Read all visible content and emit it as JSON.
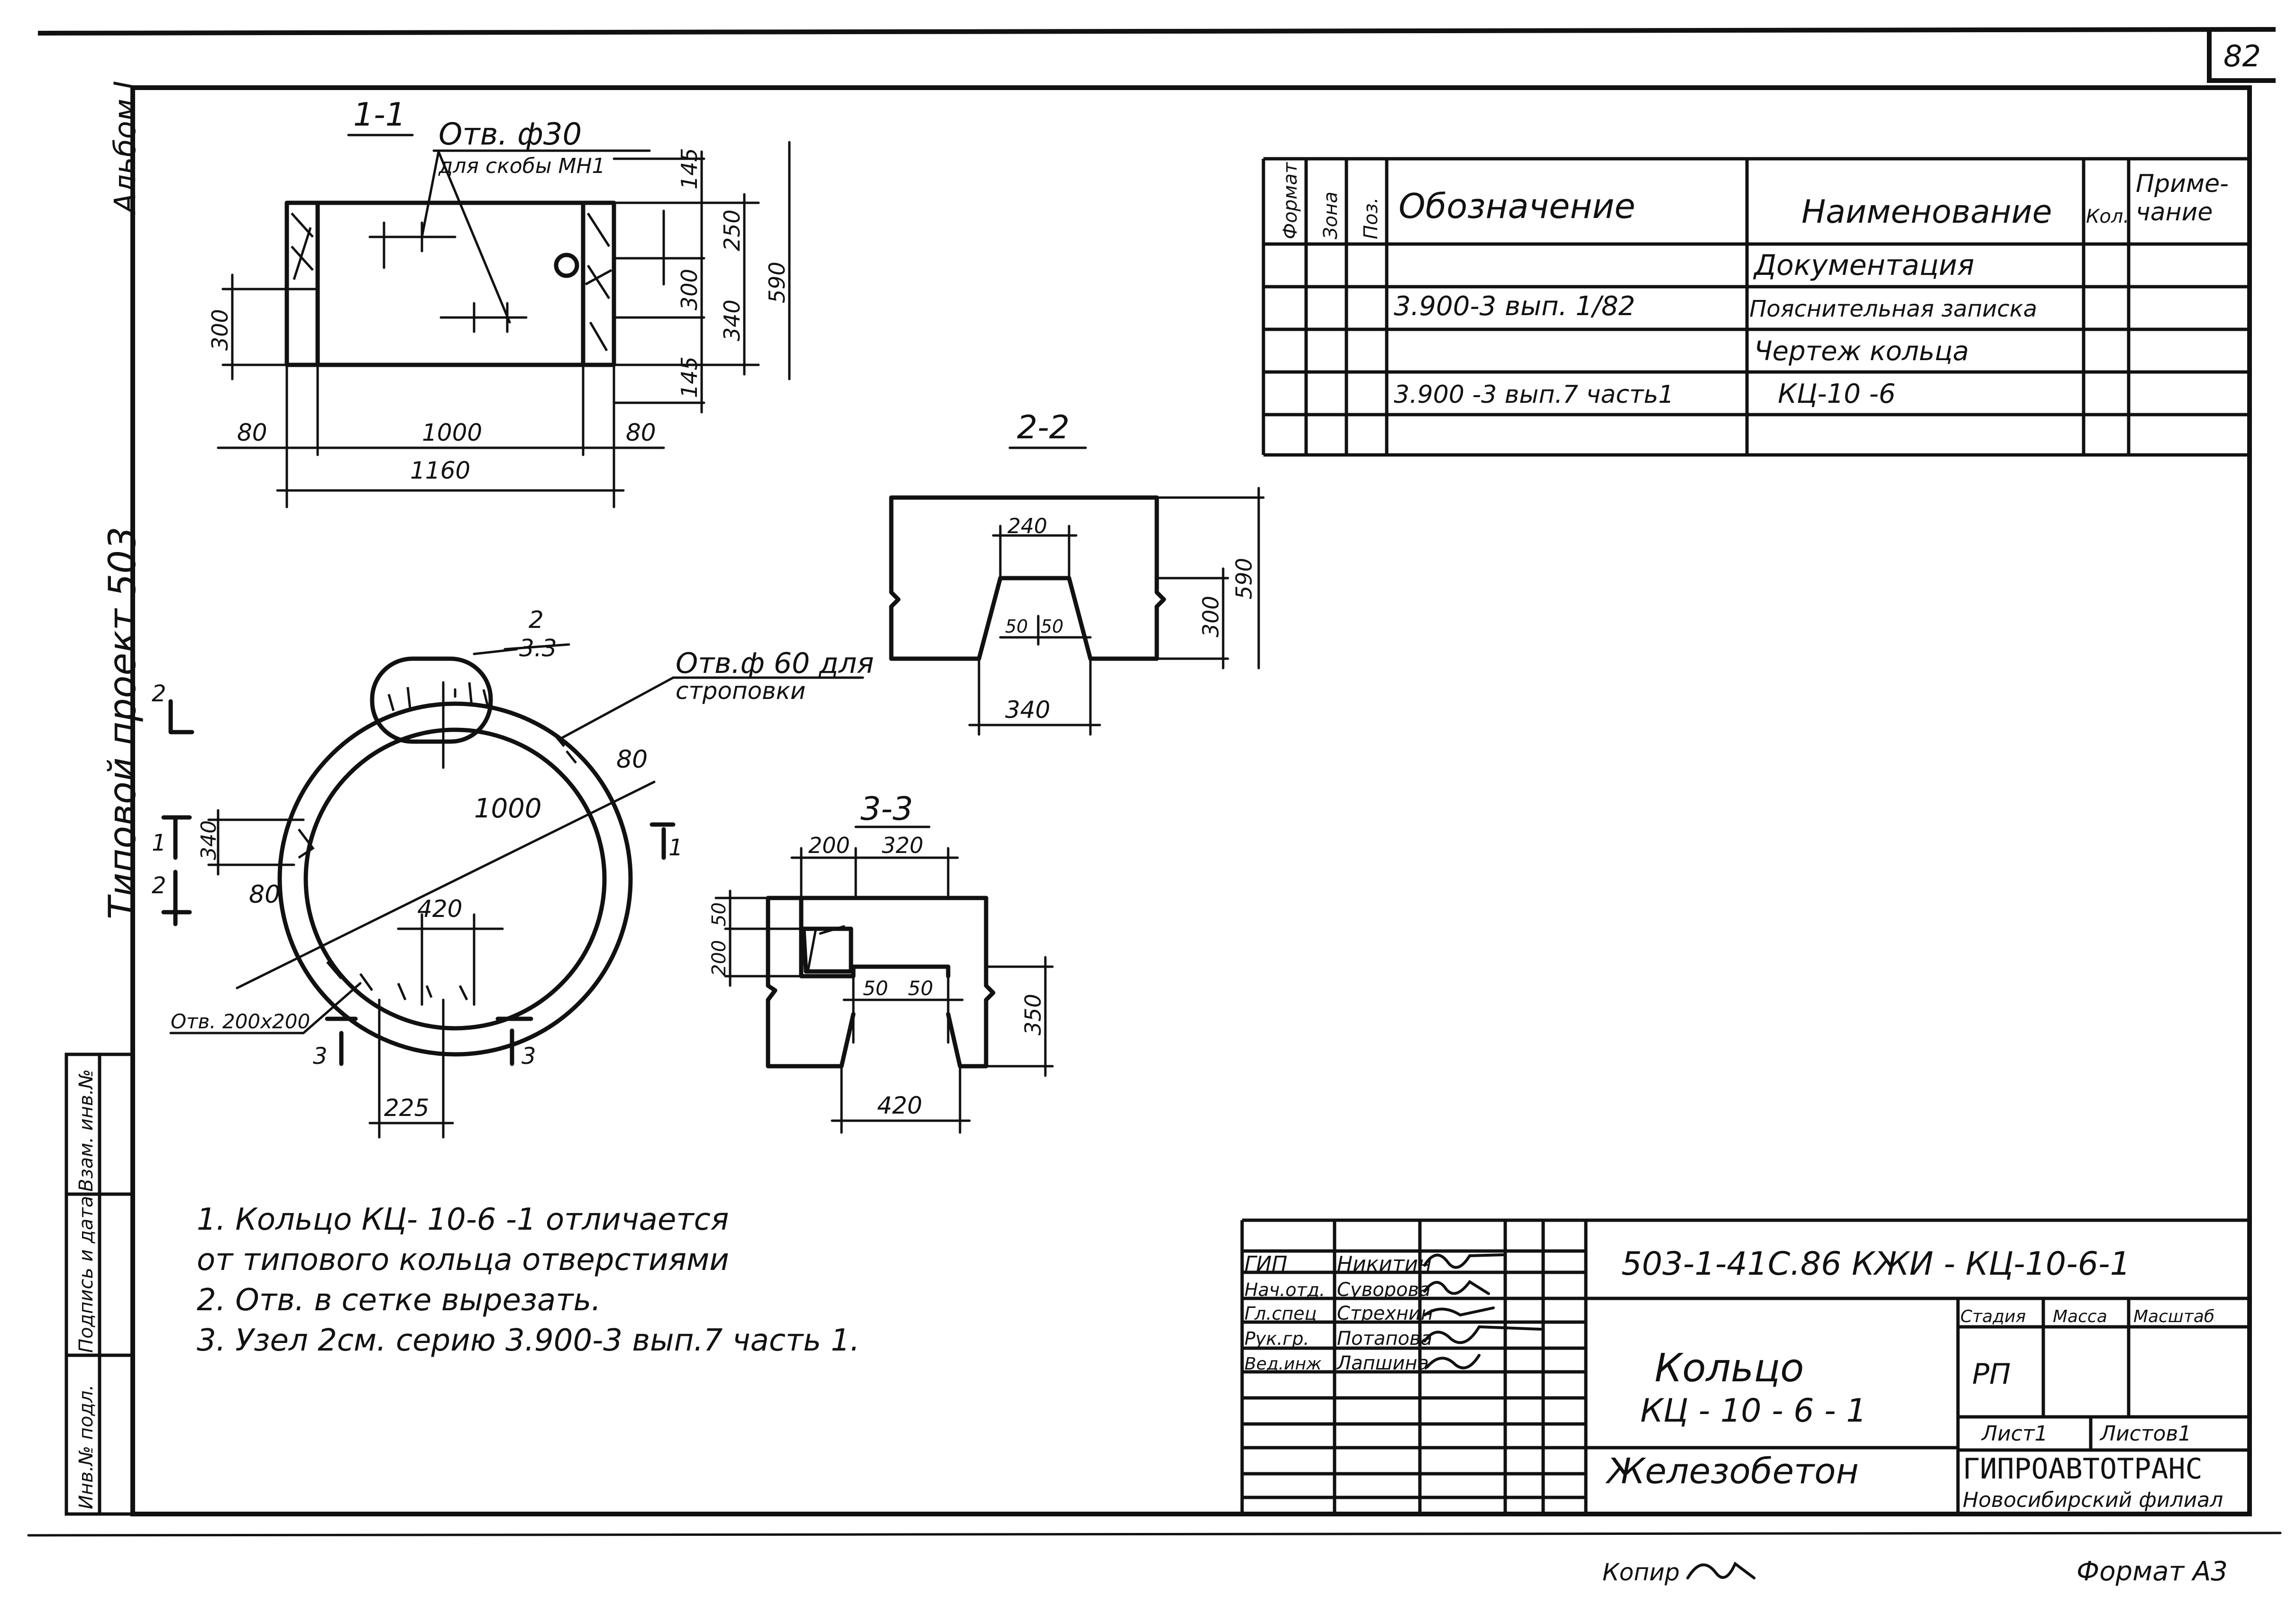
{
  "sheet_number": "82",
  "side_labels": {
    "album": "Альбом I",
    "project": "Типовой проект 503",
    "strip": [
      "Инв.№ подл.",
      "Подпись и дата",
      "Взам. инв.№"
    ]
  },
  "section_1_1": {
    "title": "1-1",
    "hole_label": "Отв. ф30",
    "hole_sub": "для скобы МН1",
    "dims": {
      "d145a": "145",
      "d250": "250",
      "d590": "590",
      "d300r": "300",
      "d340": "340",
      "d145b": "145",
      "d300l": "300",
      "d80a": "80",
      "d1000": "1000",
      "d80b": "80",
      "d1160": "1160"
    }
  },
  "section_2_2": {
    "title": "2-2",
    "dims": {
      "d240": "240",
      "d50a": "50",
      "d50b": "50",
      "d300": "300",
      "d590": "590",
      "d340": "340"
    }
  },
  "section_3_3": {
    "title": "3-3",
    "dims": {
      "d200a": "200",
      "d320": "320",
      "d50v": "50",
      "d200v": "200",
      "d50a": "50",
      "d50b": "50",
      "d350": "350",
      "d420": "420"
    }
  },
  "plan": {
    "node_num": "2",
    "node_den": "3.3",
    "sling_label": "Отв.ф 60 для",
    "sling_sub": "строповки",
    "d80a": "80",
    "d1000": "1000",
    "d80b": "80",
    "d340": "340",
    "d420": "420",
    "d225": "225",
    "hole_200": "Отв. 200х200",
    "cuts": {
      "c1l": "1",
      "c1r": "1",
      "c2l": "2",
      "c2t": "2",
      "c3l": "3",
      "c3r": "3"
    }
  },
  "spec_table": {
    "headers": {
      "format": "Формат",
      "zone": "Зона",
      "pos": "Поз.",
      "designation": "Обозначение",
      "name": "Наименование",
      "qty": "Кол.",
      "note_1": "Приме-",
      "note_2": "чание"
    },
    "rows": [
      {
        "designation": "",
        "name": "Документация"
      },
      {
        "designation": "3.900-3 вып. 1/82",
        "name": "Пояснительная записка"
      },
      {
        "designation": "",
        "name": "Чертеж кольца"
      },
      {
        "designation": "3.900 -3 вып.7 часть1",
        "name": "КЦ-10 -6"
      },
      {
        "designation": "",
        "name": ""
      }
    ]
  },
  "notes": [
    "1. Кольцо КЦ- 10-6 -1 отличается",
    "от типового кольца отверстиями",
    "2. Отв. в сетке вырезать.",
    "3. Узел 2см. серию 3.900-3 вып.7 часть 1."
  ],
  "title_block": {
    "code": "503-1-41С.86 КЖИ - КЦ-10-6-1",
    "people": [
      {
        "role": "ГИП",
        "name": "Никитин"
      },
      {
        "role": "Нач.отд.",
        "name": "Суворова"
      },
      {
        "role": "Гл.спец",
        "name": "Стрехнин"
      },
      {
        "role": "Рук.гр.",
        "name": "Потапова"
      },
      {
        "role": "Вед.инж",
        "name": "Лапшина"
      }
    ],
    "object_1": "Кольцо",
    "object_2": "КЦ - 10 - 6 - 1",
    "material": "Железобетон",
    "col_stage": "Стадия",
    "col_mass": "Масса",
    "col_scale": "Масштаб",
    "stage": "РП",
    "sheet": "Лист1",
    "sheets": "Листов1",
    "org": "ГИПРОАВТОТРАНС",
    "branch": "Новосибирский филиал"
  },
  "footer": {
    "copy": "Копир",
    "format": "Формат А3"
  }
}
